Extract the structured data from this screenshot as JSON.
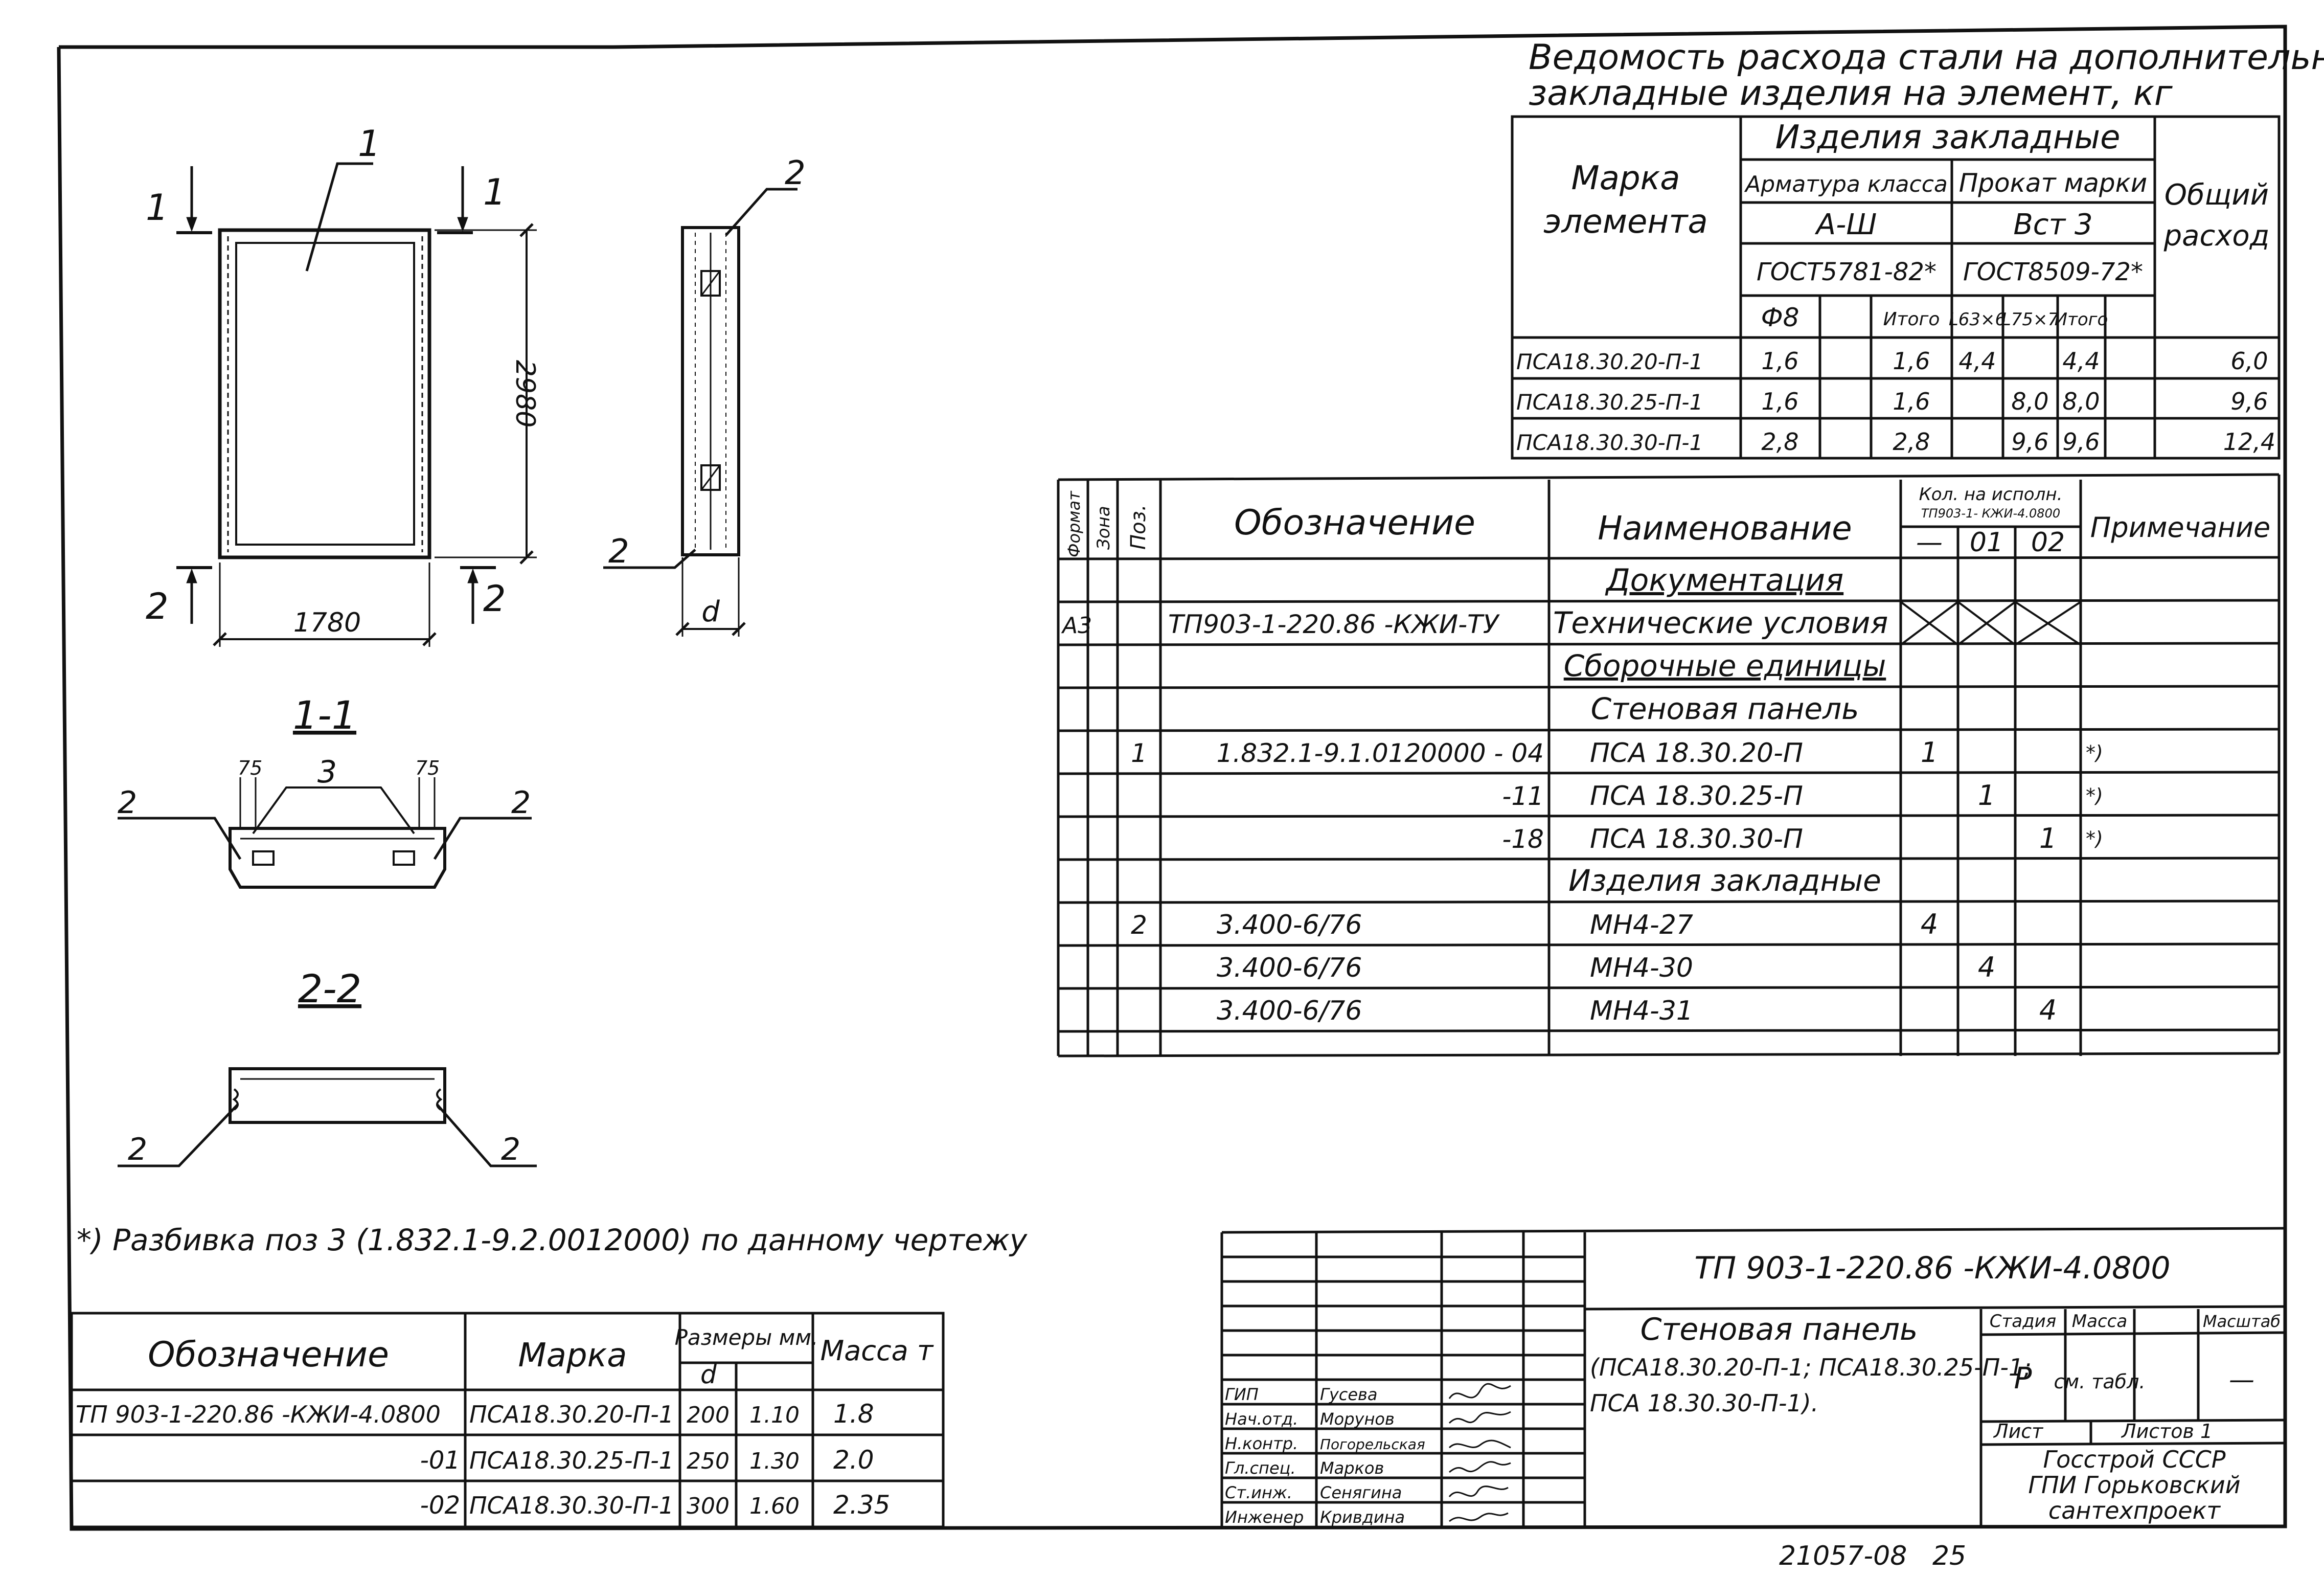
{
  "statement": {
    "title_line1": "Ведомость расхода стали на дополнительные",
    "title_line2": "закладные изделия на элемент, кг",
    "header": {
      "mark": [
        "Марка",
        "элемента"
      ],
      "products": "Изделия закладные",
      "rebar_class": "Арматура класса",
      "rebar_grade": "А-Ш",
      "rebar_gost": "ГОСТ5781-82*",
      "rolled_grade": "Прокат марки",
      "rolled_steel": "Вст 3",
      "rolled_gost": "ГОСТ8509-72*",
      "total": [
        "Общий",
        "расход"
      ],
      "sub_cols": [
        "Ф8",
        "",
        "Итого",
        "L63×6",
        "L75×7",
        "Итого"
      ]
    },
    "rows": [
      {
        "mark": "ПСА18.30.20-П-1",
        "f8": "1,6",
        "blank": "",
        "itog1": "1,6",
        "l63": "4,4",
        "l75": "",
        "itog2": "4,4",
        "total": "6,0"
      },
      {
        "mark": "ПСА18.30.25-П-1",
        "f8": "1,6",
        "blank": "",
        "itog1": "1,6",
        "l63": "",
        "l75": "8,0",
        "itog2": "8,0",
        "total": "9,6"
      },
      {
        "mark": "ПСА18.30.30-П-1",
        "f8": "2,8",
        "blank": "",
        "itog1": "2,8",
        "l63": "",
        "l75": "9,6",
        "itog2": "9,6",
        "total": "12,4"
      }
    ]
  },
  "spec": {
    "header": {
      "format": "Формат",
      "zone": "Зона",
      "pos": "Поз.",
      "designation": "Обозначение",
      "name": "Наименование",
      "qty": "Кол. на исполн.",
      "qty_doc": "ТП903-1-  КЖИ-4.0800",
      "qty_cols": [
        "—",
        "01",
        "02"
      ],
      "note": "Примечание"
    },
    "rows": [
      {
        "format": "",
        "zone": "",
        "pos": "",
        "designation": "",
        "name": "Документация",
        "q0": "",
        "q1": "",
        "q2": "",
        "note": "",
        "underline": true
      },
      {
        "format": "А3",
        "zone": "",
        "pos": "",
        "designation": "ТП903-1-220.86 -КЖИ-ТУ",
        "name": "Технические условия",
        "q0": "",
        "q1": "",
        "q2": "",
        "note": "",
        "crossed": true
      },
      {
        "format": "",
        "zone": "",
        "pos": "",
        "designation": "",
        "name": "Сборочные единицы",
        "q0": "",
        "q1": "",
        "q2": "",
        "note": "",
        "underline": true
      },
      {
        "format": "",
        "zone": "",
        "pos": "",
        "designation": "",
        "name": "Стеновая панель",
        "q0": "",
        "q1": "",
        "q2": "",
        "note": ""
      },
      {
        "format": "",
        "zone": "",
        "pos": "1",
        "designation": "1.832.1-9.1.0120000 - 04",
        "name": "ПСА 18.30.20-П",
        "q0": "1",
        "q1": "",
        "q2": "",
        "note": "*)"
      },
      {
        "format": "",
        "zone": "",
        "pos": "",
        "designation": "-11",
        "name": "ПСА 18.30.25-П",
        "q0": "",
        "q1": "1",
        "q2": "",
        "note": "*)"
      },
      {
        "format": "",
        "zone": "",
        "pos": "",
        "designation": "-18",
        "name": "ПСА 18.30.30-П",
        "q0": "",
        "q1": "",
        "q2": "1",
        "note": "*)"
      },
      {
        "format": "",
        "zone": "",
        "pos": "",
        "designation": "",
        "name": "Изделия закладные",
        "q0": "",
        "q1": "",
        "q2": "",
        "note": ""
      },
      {
        "format": "",
        "zone": "",
        "pos": "2",
        "designation": "3.400-6/76",
        "name": "МН4-27",
        "q0": "4",
        "q1": "",
        "q2": "",
        "note": ""
      },
      {
        "format": "",
        "zone": "",
        "pos": "",
        "designation": "3.400-6/76",
        "name": "МН4-30",
        "q0": "",
        "q1": "4",
        "q2": "",
        "note": ""
      },
      {
        "format": "",
        "zone": "",
        "pos": "",
        "designation": "3.400-6/76",
        "name": "МН4-31",
        "q0": "",
        "q1": "",
        "q2": "4",
        "note": ""
      },
      {
        "format": "",
        "zone": "",
        "pos": "",
        "designation": "",
        "name": "",
        "q0": "",
        "q1": "",
        "q2": "",
        "note": ""
      }
    ]
  },
  "drawing": {
    "label_1": "1",
    "label_2": "2",
    "section_1": "1",
    "section_2": "2",
    "dim_width": "1780",
    "dim_height": "2980",
    "dim_d": "d",
    "section_1_1": "1-1",
    "section_2_2": "2-2",
    "dim_75_left": "75",
    "dim_75_right": "75",
    "label_3": "3"
  },
  "footnote": "*) Разбивка поз 3 (1.832.1-9.2.0012000) по данному чертежу",
  "variants": {
    "header": {
      "designation": "Обозначение",
      "mark": "Марка",
      "sizes": "Размеры мм.",
      "d": "d",
      "mass": "Масса т"
    },
    "rows": [
      {
        "designation": "ТП 903-1-220.86 -КЖИ-4.0800",
        "mark": "ПСА18.30.20-П-1",
        "d": "200",
        "v": "1.10",
        "mass": "1.8"
      },
      {
        "designation": "-01",
        "mark": "ПСА18.30.25-П-1",
        "d": "250",
        "v": "1.30",
        "mass": "2.0"
      },
      {
        "designation": "-02",
        "mark": "ПСА18.30.30-П-1",
        "d": "300",
        "v": "1.60",
        "mass": "2.35"
      }
    ]
  },
  "titleblock": {
    "doc_code": "ТП 903-1-220.86 -КЖИ-4.0800",
    "title_lines": [
      "Стеновая панель",
      "(ПСА18.30.20-П-1; ПСА18.30.25-П-1;",
      "ПСА 18.30.30-П-1)."
    ],
    "stage_label": "Стадия",
    "mass_label": "Масса",
    "scale_label": "Масштаб",
    "stage": "Р",
    "mass_value": "см. табл.",
    "scale_value": "—",
    "sheet_label": "Лист",
    "sheets_label": "Листов 1",
    "org_lines": [
      "Госстрой СССР",
      "ГПИ Горьковский",
      "сантехпроект"
    ],
    "signatures": [
      {
        "role": "ГИП",
        "name": "Гусева"
      },
      {
        "role": "Нач.отд.",
        "name": "Морунов"
      },
      {
        "role": "Н.контр.",
        "name": "Погорельская"
      },
      {
        "role": "Гл.спец.",
        "name": "Марков"
      },
      {
        "role": "Ст.инж.",
        "name": "Сенягина"
      },
      {
        "role": "Инженер",
        "name": "Кривдина"
      }
    ]
  },
  "stamp": "21057-08   25"
}
